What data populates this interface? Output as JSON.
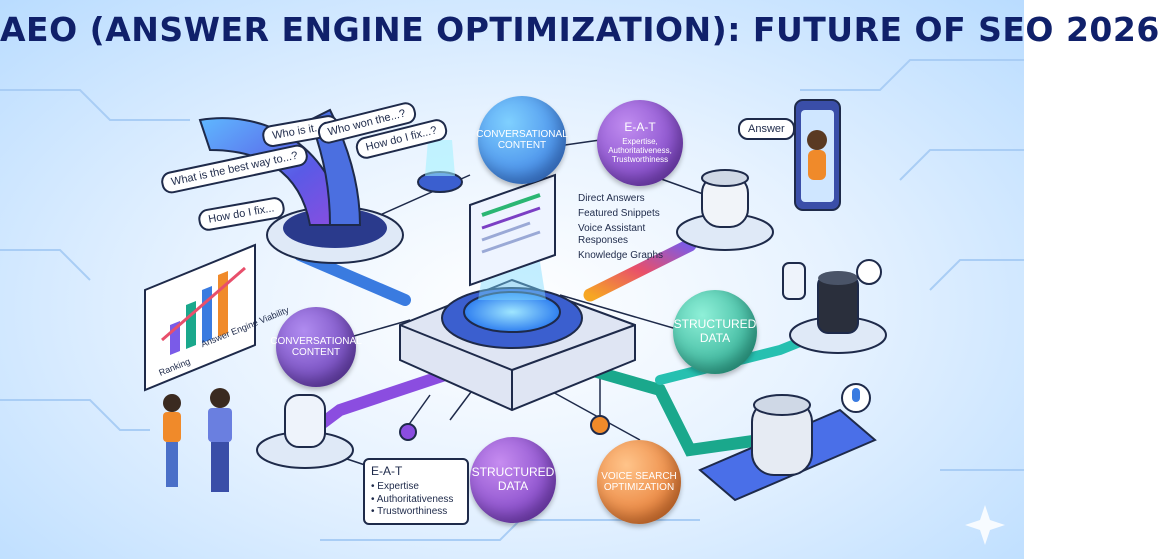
{
  "title": "AEO (ANSWER ENGINE OPTIMIZATION): FUTURE OF SEO 2026",
  "queries": [
    "What is the best way to...?",
    "Who is it...?",
    "Who won the...?",
    "How do I fix...?",
    "How do I fix..."
  ],
  "chart_panel": {
    "ranking_label": "Ranking",
    "viability_label": "Answer Engine Viability"
  },
  "nodes": {
    "conversational_top": [
      "CONVERSATIONAL",
      "CONTENT"
    ],
    "eat_top": {
      "title": "E-A-T",
      "lines": [
        "Expertise,",
        "Authoritativeness,",
        "Trustworthiness"
      ]
    },
    "conversational_left": [
      "CONVERSATIONAL",
      "CONTENT"
    ],
    "structured_right": [
      "STRUCTURED",
      "DATA"
    ],
    "structured_bottom": [
      "STRUCTURED",
      "DATA"
    ],
    "voice_search": [
      "VOICE SEARCH",
      "OPTIMIZATION"
    ]
  },
  "answer_types": [
    "Direct Answers",
    "Featured Snippets",
    "Voice Assistant Responses",
    "Knowledge Graphs"
  ],
  "phone_bubble": "Answer",
  "eat_box": {
    "title": "E-A-T",
    "items": [
      "• Expertise",
      "• Authoritativeness",
      "• Trustworthiness"
    ]
  },
  "colors": {
    "title": "#10206a",
    "purple": "#7b3fc4",
    "teal": "#1aa88c",
    "orange": "#f08a2a",
    "blue": "#3a7be0"
  }
}
